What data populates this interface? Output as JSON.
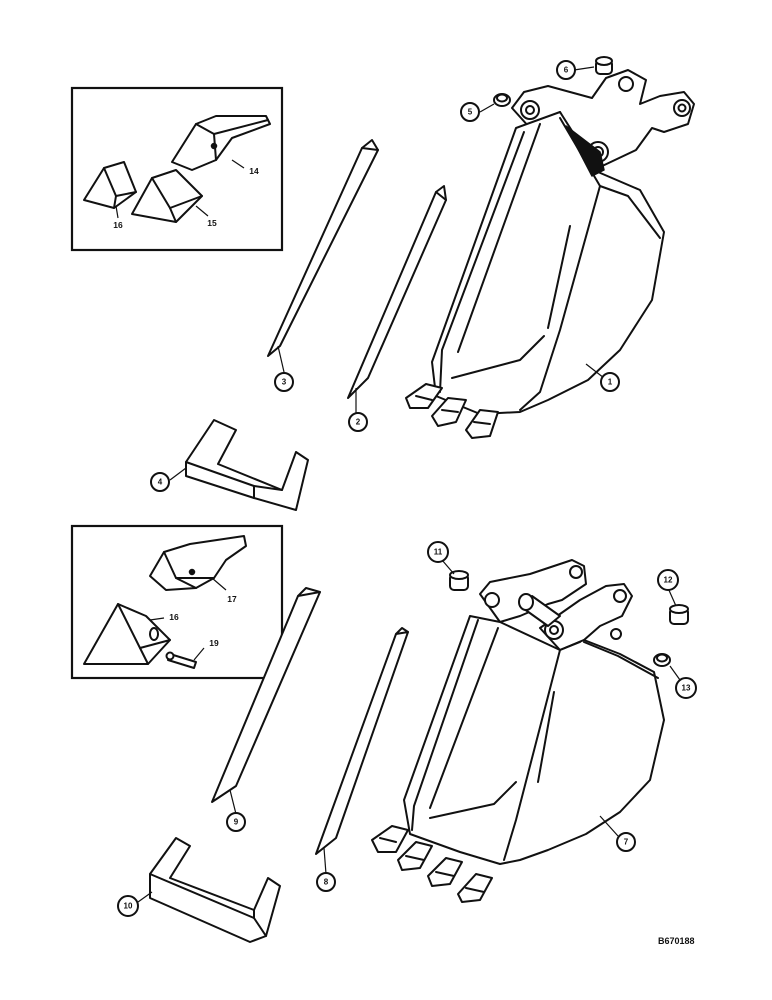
{
  "callouts": {
    "c1": "1",
    "c2": "2",
    "c3": "3",
    "c4": "4",
    "c5": "5",
    "c6": "6",
    "c7": "7",
    "c8": "8",
    "c9": "9",
    "c10": "10",
    "c11": "11",
    "c12": "12",
    "c13": "13"
  },
  "inset_top": {
    "l14": "14",
    "l15": "15",
    "l16": "16"
  },
  "inset_bottom": {
    "l16": "16",
    "l17": "17",
    "l19": "19"
  },
  "reference_number": "B670188"
}
